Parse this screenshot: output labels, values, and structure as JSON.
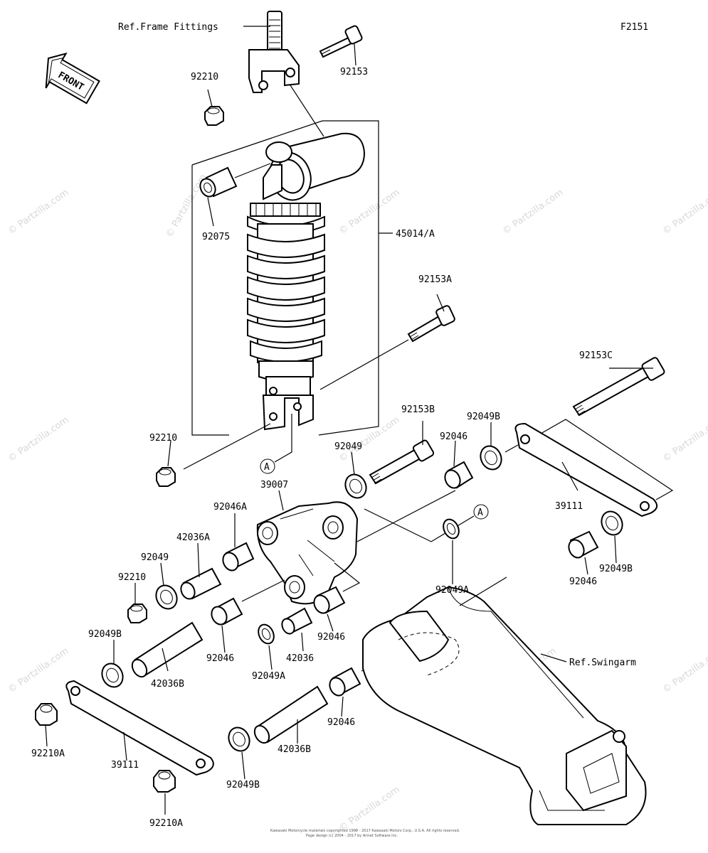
{
  "figure_code": "F2151",
  "front_label": "FRONT",
  "watermark": "© Partzilla.com",
  "copyright": [
    "Kawasaki Motorcycle materials copyrighted 1998 - 2017 Kawasaki Motors Corp., U.S.A. All rights reserved.",
    "Page design (c) 2004 - 2017 by Arinet Software Inc."
  ],
  "labels": {
    "ref_frame": "Ref.Frame Fittings",
    "ref_swingarm": "Ref.Swingarm",
    "p92210_top": "92210",
    "p92153": "92153",
    "p92075": "92075",
    "p45014": "45014/A",
    "p92153A": "92153A",
    "p92153C": "92153C",
    "p92153B": "92153B",
    "p92049B_top": "92049B",
    "p92210_mid": "92210",
    "p92049_top": "92049",
    "p92046_top": "92046",
    "circle_A_left": "A",
    "circle_A_right": "A",
    "p39007": "39007",
    "p39111_right": "39111",
    "p92046A": "92046A",
    "p42036A": "42036A",
    "p92049_left": "92049",
    "p92210_left": "92210",
    "p92049A_right": "92049A",
    "p92049B_right": "92049B",
    "p92046_right": "92046",
    "p92049B_left": "92049B",
    "p92046_mid": "92046",
    "p42036": "42036",
    "p92046_mid2": "92046",
    "p92049A_mid": "92049A",
    "p42036B_left": "42036B",
    "p92210A_left": "92210A",
    "p92046_low": "92046",
    "p39111_left": "39111",
    "p42036B_low": "42036B",
    "p92049B_low": "92049B",
    "p92210A_bottom": "92210A"
  }
}
